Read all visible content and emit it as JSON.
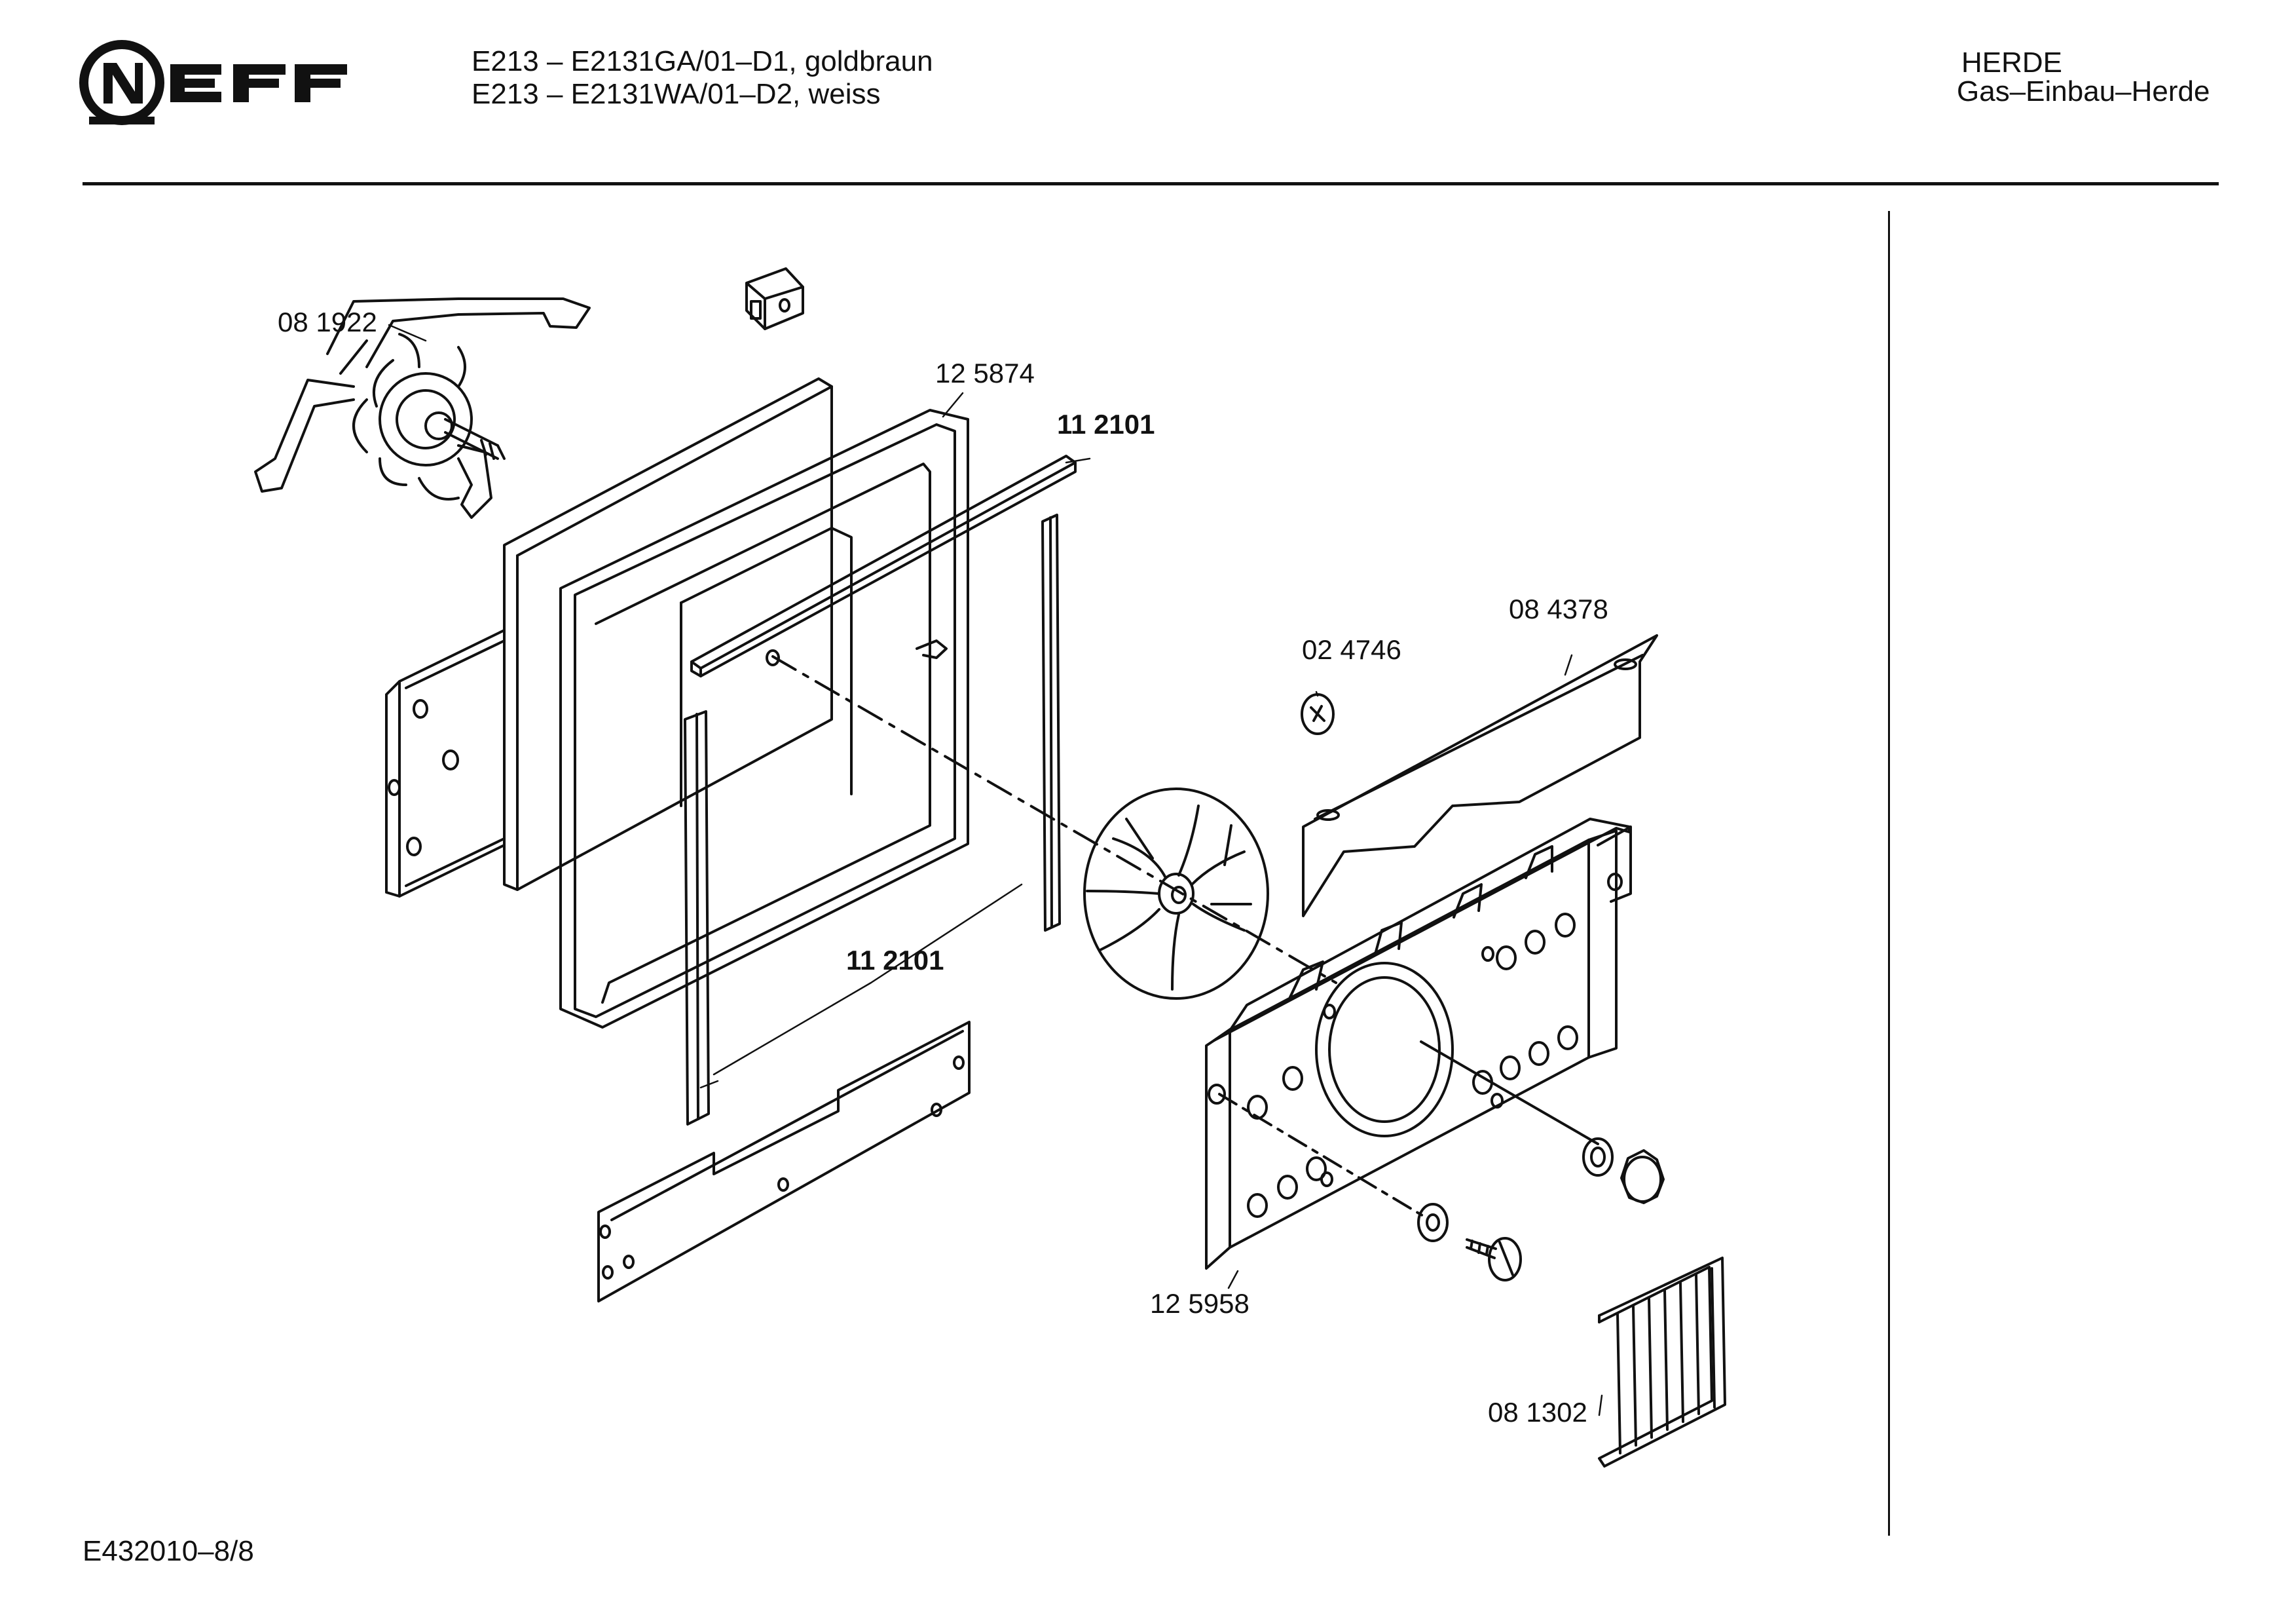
{
  "header": {
    "brand": "NEFF",
    "model_line_1": "E213 – E2131GA/01–D1, goldbraun",
    "model_line_2": "E213 – E2131WA/01–D2, weiss",
    "category": "HERDE",
    "subcategory": "Gas–Einbau–Herde"
  },
  "footer": {
    "document_id": "E432010–8/8"
  },
  "part_labels": {
    "motor": "08 1922",
    "door_frame": "12 5874",
    "seal_top": "11 2101",
    "seal_sides": "11 2101",
    "washer": "02 4746",
    "cover_strip": "08 4378",
    "back_plate": "12 5958",
    "grille": "08 1302"
  },
  "colors": {
    "ink": "#111111",
    "paper": "#ffffff"
  }
}
